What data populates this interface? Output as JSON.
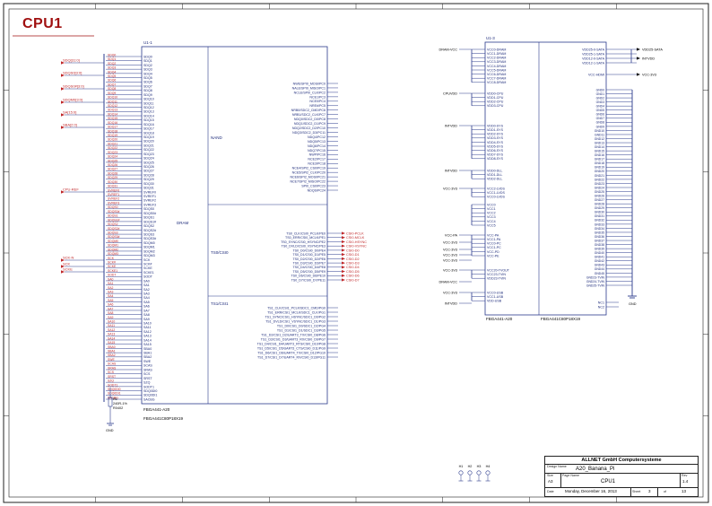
{
  "title": "CPU1",
  "ic1": {
    "ref": "U1-1",
    "part": "FBGA441-A20",
    "footprint": "FBGA441C80P18X19",
    "sections": [
      "DRAM",
      "NAND",
      "TS0/CSI0",
      "TS1/CSI1"
    ],
    "left_pins": [
      "SDQ0",
      "SDQ1",
      "SDQ2",
      "SDQ3",
      "SDQ4",
      "SDQ5",
      "SDQ6",
      "SDQ7",
      "SDQ8",
      "SDQ9",
      "SDQ10",
      "SDQ11",
      "SDQ12",
      "SDQ13",
      "SDQ14",
      "SDQ15",
      "SDQ16",
      "SDQ17",
      "SDQ18",
      "SDQ19",
      "SDQ20",
      "SDQ21",
      "SDQ22",
      "SDQ23",
      "SDQ24",
      "SDQ25",
      "SDQ26",
      "SDQ27",
      "SDQ28",
      "SDQ29",
      "SDQ30",
      "SDQ31",
      "SVREF0",
      "SVREF1",
      "SVREF2",
      "SVREF3",
      "SDQS0",
      "SDQS0#",
      "SDQS1",
      "SDQS1#",
      "SDQS2",
      "SDQS2#",
      "SDQS3",
      "SDQS3#",
      "SDQM0",
      "SDQM1",
      "SDQM2",
      "SDQM3",
      "SCK",
      "SCK#",
      "SCKE",
      "SCKE1",
      "SODT",
      "SA0",
      "SA1",
      "SA2",
      "SA3",
      "SA4",
      "SA5",
      "SA6",
      "SA7",
      "SA8",
      "SA9",
      "SA10",
      "SA11",
      "SA12",
      "SA13",
      "SA14",
      "SA15",
      "SBA0",
      "SBA1",
      "SBA2",
      "SWE",
      "SCAS",
      "SRAS",
      "SCS",
      "SRST",
      "SZQ",
      "SODT1",
      "SDQ0DI0",
      "SDQ0DI1",
      "SACBG"
    ],
    "mid_pins": [
      "NWE/SPI0_MOSI/PC0",
      "NALE/SPI0_MISO/PC1",
      "NCLE/SPI0_CLK/PC2",
      "NCE1/PC3",
      "NCE0/PC4",
      "NRE#/PC5",
      "NRB0/SDC2_CMD/PC6",
      "NRB1/SDC2_CLK/PC7",
      "NDQ0/SDC2_D0/PC8",
      "NDQ1/SDC2_D1/PC9",
      "NDQ2/SDC2_D2/PC10",
      "NDQ3/SDC2_D3/PC11",
      "NDQ4/PC12",
      "NDQ5/PC13",
      "NDQ6/PC14",
      "NDQ7/PC15",
      "NWP/PC16",
      "NCE2/PC17",
      "NCE3/PC18",
      "NCE4/SPI2_CS0/PC19",
      "NCE5/SPI2_CLK/PC20",
      "NCE6/SPI2_MOSI/PC21",
      "NCE7/SPI2_MISO/PC22",
      "SPI0_CS0/PC23",
      "NDQS/PC24",
      "TS0_CLK/CSI0_PCLK/PE0",
      "TS0_ERR/CSI0_MCLK/PE1",
      "TS0_SYNC/CSI0_HSYNC/PE2",
      "TS0_DVLD/CSI0_VSYNC/PE3",
      "TS0_D0/CSI0_D0/PE4",
      "TS0_D1/CSI0_D1/PE5",
      "TS0_D2/CSI0_D2/PE6",
      "TS0_D3/CSI0_D3/PE7",
      "TS0_D4/CSI0_D4/PE8",
      "TS0_D5/CSI0_D5/PE9",
      "TS0_D6/CSI0_D6/PE10",
      "TS0_D7/CSI0_D7/PE11",
      "TS1_CLK/CSI1_PCLK/SDC1_CMD/PG0",
      "TS1_ERR/CSI1_MCLK/SDC1_CLK/PG1",
      "TS1_SYNC/CSI1_HSYNC/SDC1_D0/PG2",
      "TS1_DVLD/CSI1_VSYNC/SDC1_D1/PG3",
      "TS1_D0/CSI1_D0/SDC1_D2/PG4",
      "TS1_D1/CSI1_D1/SDC1_D3/PG5",
      "TS1_D2/CSI1_D2/UART3_TX/CSI0_D8/PG6",
      "TS1_D3/CSI1_D3/UART3_RX/CSI0_D9/PG7",
      "TS1_D4/CSI1_D4/UART3_RTS/CSI0_D10/PG8",
      "TS1_D5/CSI1_D5/UART3_CTS/CSI0_D11/PG9",
      "TS1_D6/CSI1_D6/UART4_TX/CSI0_D12/PG10",
      "TS1_D7/CSI1_D7/UART4_RX/CSI0_D13/PG11"
    ],
    "nets_left": [
      "SDQ[31:0]",
      "SDQS0[3:0]",
      "SDQS0#[3:0]",
      "SDQM0[3:0]",
      "SA[15:0]",
      "SBA[2:0]",
      "CPU-REF",
      "SCK-N",
      "SCK",
      "SCKE"
    ],
    "nets_right": [
      "CSI0-PCLK",
      "CSI0-MCLK",
      "CSI0-HSYNC",
      "CSI0-VSYNC",
      "CSI0-D0",
      "CSI0-D1",
      "CSI0-D2",
      "CSI0-D3",
      "CSI0-D4",
      "CSI0-D5",
      "CSI0-D6",
      "CSI0-D7"
    ],
    "resistor": {
      "ref": "R1",
      "value": "240R-1%",
      "package": "R0402",
      "gnd": "GND"
    }
  },
  "ic2": {
    "ref": "U1-3",
    "part": "FBGA441-A20",
    "footprint": "FBGA441C80P18X19",
    "power_pins": [
      "VCC0-DRAM",
      "VCC1-DRAM",
      "VCC2-DRAM",
      "VCC3-DRAM",
      "VCC4-DRAM",
      "VCC5-DRAM",
      "VCC6-DRAM",
      "VCC7-DRAM",
      "VCC8-DRAM",
      "VDD0-CPU",
      "VDD1-CPU",
      "VDD2-CPU",
      "VDD3-CPU",
      "VDD0-SYS",
      "VDD1-SYS",
      "VDD2-SYS",
      "VDD3-SYS",
      "VDD4-SYS",
      "VDD5-SYS",
      "VDD6-SYS",
      "VDD7-SYS",
      "VDD8-SYS",
      "VDD0-DLL",
      "VDD1-DLL",
      "VDD2-DLL",
      "VCC2-LVDS",
      "VCC1-LVDS",
      "VCC0-LVDS",
      "VCC0",
      "VCC1",
      "VCC2",
      "VCC3",
      "VCC4",
      "VCC5",
      "VCC-PA",
      "VCC1-PA",
      "VCC0-PC",
      "VCC1-PC",
      "VCC-PD",
      "VCC-PE",
      "VCC20-TVOUT",
      "VCC23-TVIN",
      "VDD23-TVIN",
      "VCC0-USB",
      "VCC1-USB",
      "VDD-USB"
    ],
    "power_nets": [
      "DRAM-VCC",
      "CPUVDD",
      "INTVDD",
      "INTVDD",
      "VCC-3V3",
      "VCC-PA",
      "VCC-3V3",
      "VCC-3V3",
      "VCC-3V3",
      "VCC-3V3",
      "VCC-3V3",
      "DRAM-VCC",
      "VCC-3V3",
      "INTVDD"
    ],
    "right_top_pins": [
      "VDD25-0-SATA",
      "VDD25-1-SATA",
      "VDD12-0-SATA",
      "VDD12-1-SATA",
      "VCC-HDMI"
    ],
    "right_top_nets": [
      "VDD25-SATA",
      "INTVDD",
      "VCC-3V3"
    ],
    "gnd_pins": [
      "GND0",
      "GND1",
      "GND2",
      "GND3",
      "GND4",
      "GND5",
      "GND6",
      "GND7",
      "GND8",
      "GND9",
      "GND10",
      "GND11",
      "GND12",
      "GND13",
      "GND14",
      "GND15",
      "GND16",
      "GND17",
      "GND18",
      "GND19",
      "GND20",
      "GND21",
      "GND22",
      "GND23",
      "GND24",
      "GND25",
      "GND26",
      "GND27",
      "GND28",
      "GND29",
      "GND30",
      "GND31",
      "GND32",
      "GND33",
      "GND34",
      "GND35",
      "GND36",
      "GND37",
      "GND38",
      "GND39",
      "GND40",
      "GND41",
      "GND42",
      "GND43",
      "GND44",
      "GND45",
      "GND23-TVIN",
      "GND24-TVIN",
      "GND25-TVIN"
    ],
    "nc_pins": [
      "NC1",
      "NC2"
    ],
    "gnd_net": "GND"
  },
  "test_points": [
    "H1",
    "H2",
    "H3",
    "H4"
  ],
  "title_block": {
    "company": "ALLNET GmbH Computersysteme",
    "design_name_label": "Design Name",
    "design_name": "A20_Banana_Pi",
    "page_name_label": "Page Name",
    "page_name": "CPU1",
    "size_label": "Size",
    "size": "A3",
    "rev_label": "Rev",
    "rev": "1.4",
    "date_label": "Date",
    "date": "Monday, December 16, 2013",
    "sheet_label": "Sheet",
    "sheet": "3",
    "of_label": "of",
    "sheets": "13"
  },
  "colors": {
    "frame": "#222222",
    "wire": "#2a3a8c",
    "net_label": "#c0282a",
    "pin_text": "#1c2a7a",
    "title_text": "#a01010"
  }
}
